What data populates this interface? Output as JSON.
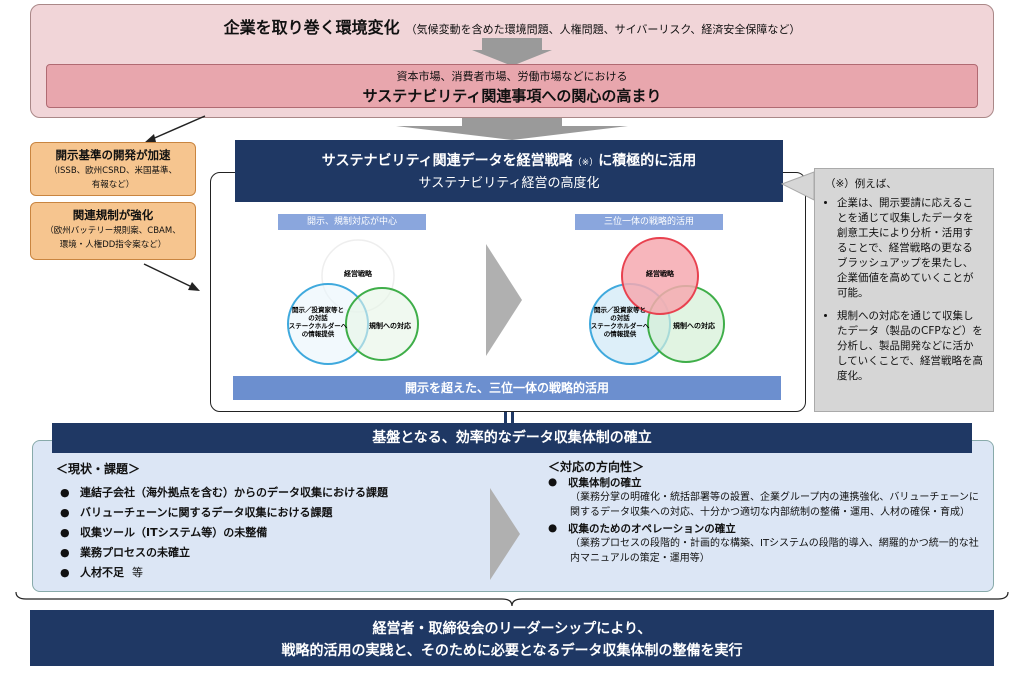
{
  "top": {
    "title": "企業を取り巻く環境変化",
    "subtitle": "（気候変動を含めた環境問題、人権問題、サイバーリスク、経済安全保障など）",
    "inner_sub": "資本市場、消費者市場、労働市場などにおける",
    "inner_title": "サステナビリティ関連事項への関心の高まり"
  },
  "left_boxes": [
    {
      "title": "開示基準の開発が加速",
      "lines": [
        "（ISSB、欧州CSRD、米国基準、",
        "有報など）"
      ]
    },
    {
      "title": "関連規制が強化",
      "lines": [
        "（欧州バッテリー規則案、CBAM、",
        "環境・人権DD指令案など）"
      ]
    }
  ],
  "center": {
    "header_line1": "サステナビリティ関連データを経営戦略",
    "header_mark": "（※）",
    "header_line1_end": "に積極的に活用",
    "header_line2": "サステナビリティ経営の高度化",
    "left_label": "開示、規制対応が中心",
    "right_label": "三位一体の戦略的活用",
    "venn": {
      "top": "経営戦略",
      "left": [
        "開示／投資家等と",
        "の対話",
        "ステークホルダーへ",
        "の情報提供"
      ],
      "right": "規制への対応"
    },
    "footer": "開示を超えた、三位一体の戦略的活用"
  },
  "note": {
    "title": "（※）例えば、",
    "items": [
      "企業は、開示要請に応えることを通じて収集したデータを創意工夫により分析・活用することで、経営戦略の更なるブラッシュアップを果たし、企業価値を高めていくことが可能。",
      "規制への対応を通じて収集したデータ（製品のCFPなど）を分析し、製品開発などに活かしていくことで、経営戦略を高度化。"
    ]
  },
  "base": {
    "banner": "基盤となる、効率的なデータ収集体制の確立",
    "left_head": "＜現状・課題＞",
    "left_items": [
      "連結子会社（海外拠点を含む）からのデータ収集における課題",
      "バリューチェーンに関するデータ収集における課題",
      "収集ツール（ITシステム等）の未整備",
      "業務プロセスの未確立"
    ],
    "left_last": "人材不足",
    "left_last_suffix": "等",
    "right_head": "＜対応の方向性＞",
    "right_item1": "収集体制の確立",
    "right_item1_detail": "（業務分掌の明確化・統括部署等の設置、企業グループ内の連携強化、バリューチェーンに関するデータ収集への対応、十分かつ適切な内部統制の整備・運用、人材の確保・育成）",
    "right_item2": "収集のためのオペレーションの確立",
    "right_item2_detail": "（業務プロセスの段階的・計画的な構築、ITシステムの段階的導入、網羅的かつ統一的な社内マニュアルの策定・運用等）"
  },
  "bottom": {
    "line1": "経営者・取締役会のリーダーシップにより、",
    "line2": "戦略的活用の実践と、そのために必要となるデータ収集体制の整備を実行"
  },
  "colors": {
    "navy": "#1f3864",
    "pink": "#f1d5d8",
    "orange": "#f6c58f",
    "red": "#e8414f",
    "green": "#3fae49",
    "blue": "#3fa9dd"
  }
}
